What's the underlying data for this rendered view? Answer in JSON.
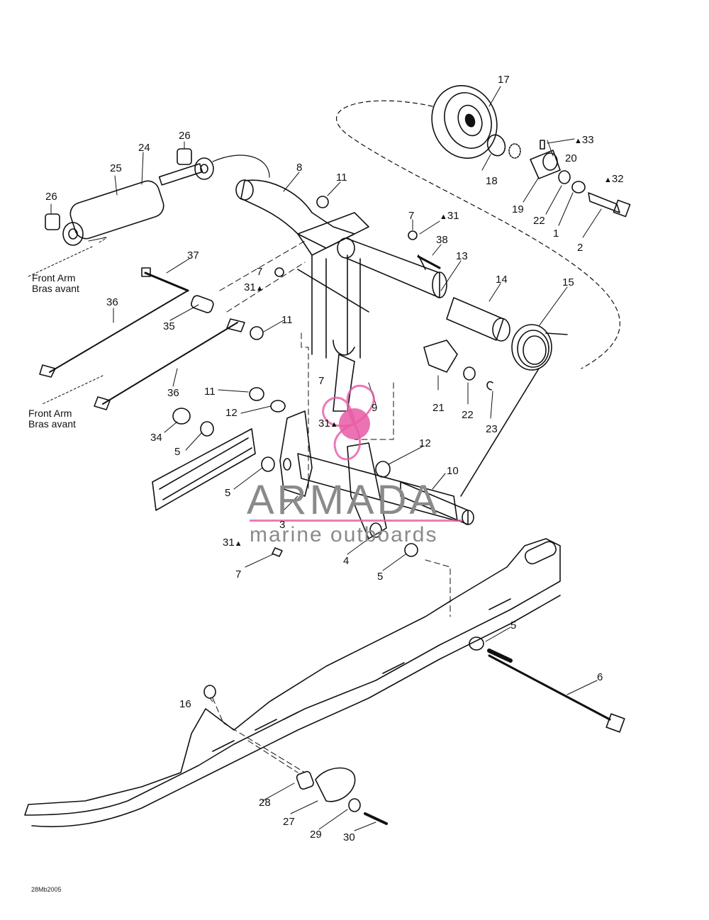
{
  "callouts": [
    "1",
    "2",
    "3",
    "4",
    "5",
    "6",
    "7",
    "8",
    "9",
    "10",
    "11",
    "12",
    "13",
    "14",
    "15",
    "16",
    "17",
    "18",
    "19",
    "20",
    "21",
    "22",
    "23",
    "24",
    "25",
    "26",
    "27",
    "28",
    "29",
    "30",
    "31",
    "32",
    "33",
    "34",
    "35",
    "36",
    "37",
    "38"
  ],
  "notes": {
    "front_arm_en": "Front Arm",
    "front_arm_fr": "Bras avant"
  },
  "symbols": {
    "drop": "▲"
  },
  "watermark": {
    "title": "ARMADA",
    "subtitle": "marine outboards",
    "accent_color": "#e75aa6"
  },
  "doc_code": "28Mb2005"
}
